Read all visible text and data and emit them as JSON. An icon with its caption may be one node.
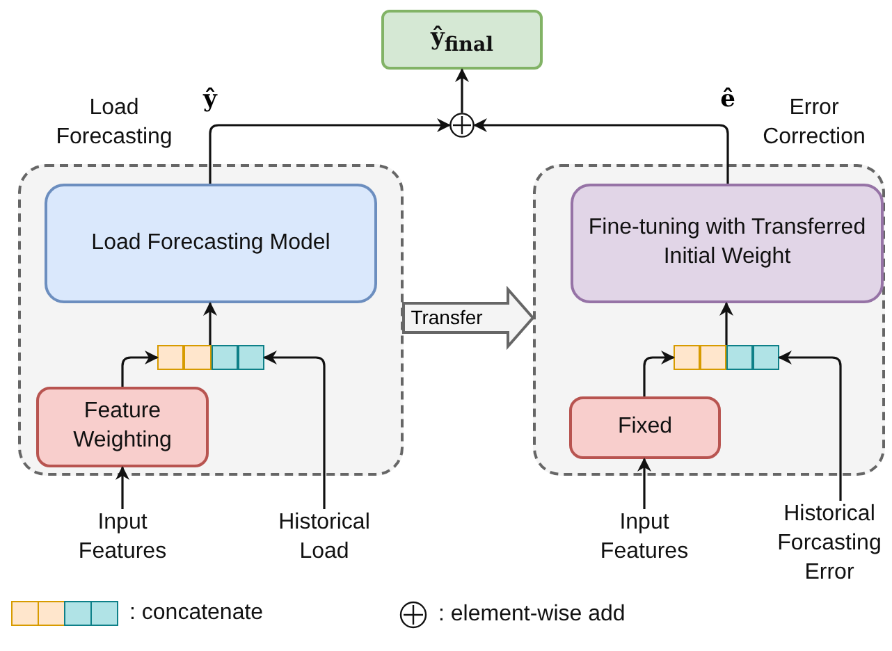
{
  "diagram": {
    "nodes": [
      {
        "text": [
          "ŷ$_{final}$"
        ]
      },
      {
        "text": [],
        "shape": "circle"
      },
      {
        "text": [
          "Load Forecasting"
        ]
      },
      {
        "text": [
          "Load Forecasting Model"
        ],
        "in": 2
      },
      {
        "text": [],
        "shape": "bar",
        "in": 2
      },
      {
        "text": [
          "Feature Weighting"
        ],
        "in": 2
      },
      {
        "text": [
          "Input Features"
        ]
      },
      {
        "text": [
          "Historical Load"
        ]
      },
      {
        "text": [
          "Error Correction"
        ]
      },
      {
        "text": [
          "Fine-tuning with Transferred Initial Weight"
        ],
        "in": 8
      },
      {
        "text": [],
        "shape": "bar",
        "in": 8
      },
      {
        "text": [
          "Fixed"
        ],
        "in": 8
      },
      {
        "text": [
          "Input Features"
        ]
      },
      {
        "text": [
          "Historical Forcasting Error"
        ]
      }
    ],
    "edges": [
      {
        "from": 3,
        "to": 1,
        "arrow": "to",
        "label": "ŷ"
      },
      {
        "from": 9,
        "to": 1,
        "arrow": "to",
        "label": "ê"
      },
      {
        "from": 1,
        "to": 0,
        "arrow": "to"
      },
      {
        "from": 4,
        "to": 3,
        "arrow": "to"
      },
      {
        "from": 5,
        "to": 4,
        "arrow": "to"
      },
      {
        "from": 7,
        "to": 4,
        "arrow": "to"
      },
      {
        "from": 6,
        "to": 5,
        "arrow": "to"
      },
      {
        "from": 10,
        "to": 9,
        "arrow": "to"
      },
      {
        "from": 11,
        "to": 10,
        "arrow": "to"
      },
      {
        "from": 13,
        "to": 10,
        "arrow": "to"
      },
      {
        "from": 12,
        "to": 11,
        "arrow": "to"
      },
      {
        "from": 2,
        "to": 8,
        "arrow": "to",
        "label": "Transfer",
        "style": "thick"
      }
    ],
    "legend": [
      {
        "text": ": concatenate"
      },
      {
        "text": ": element-wise add"
      }
    ]
  }
}
